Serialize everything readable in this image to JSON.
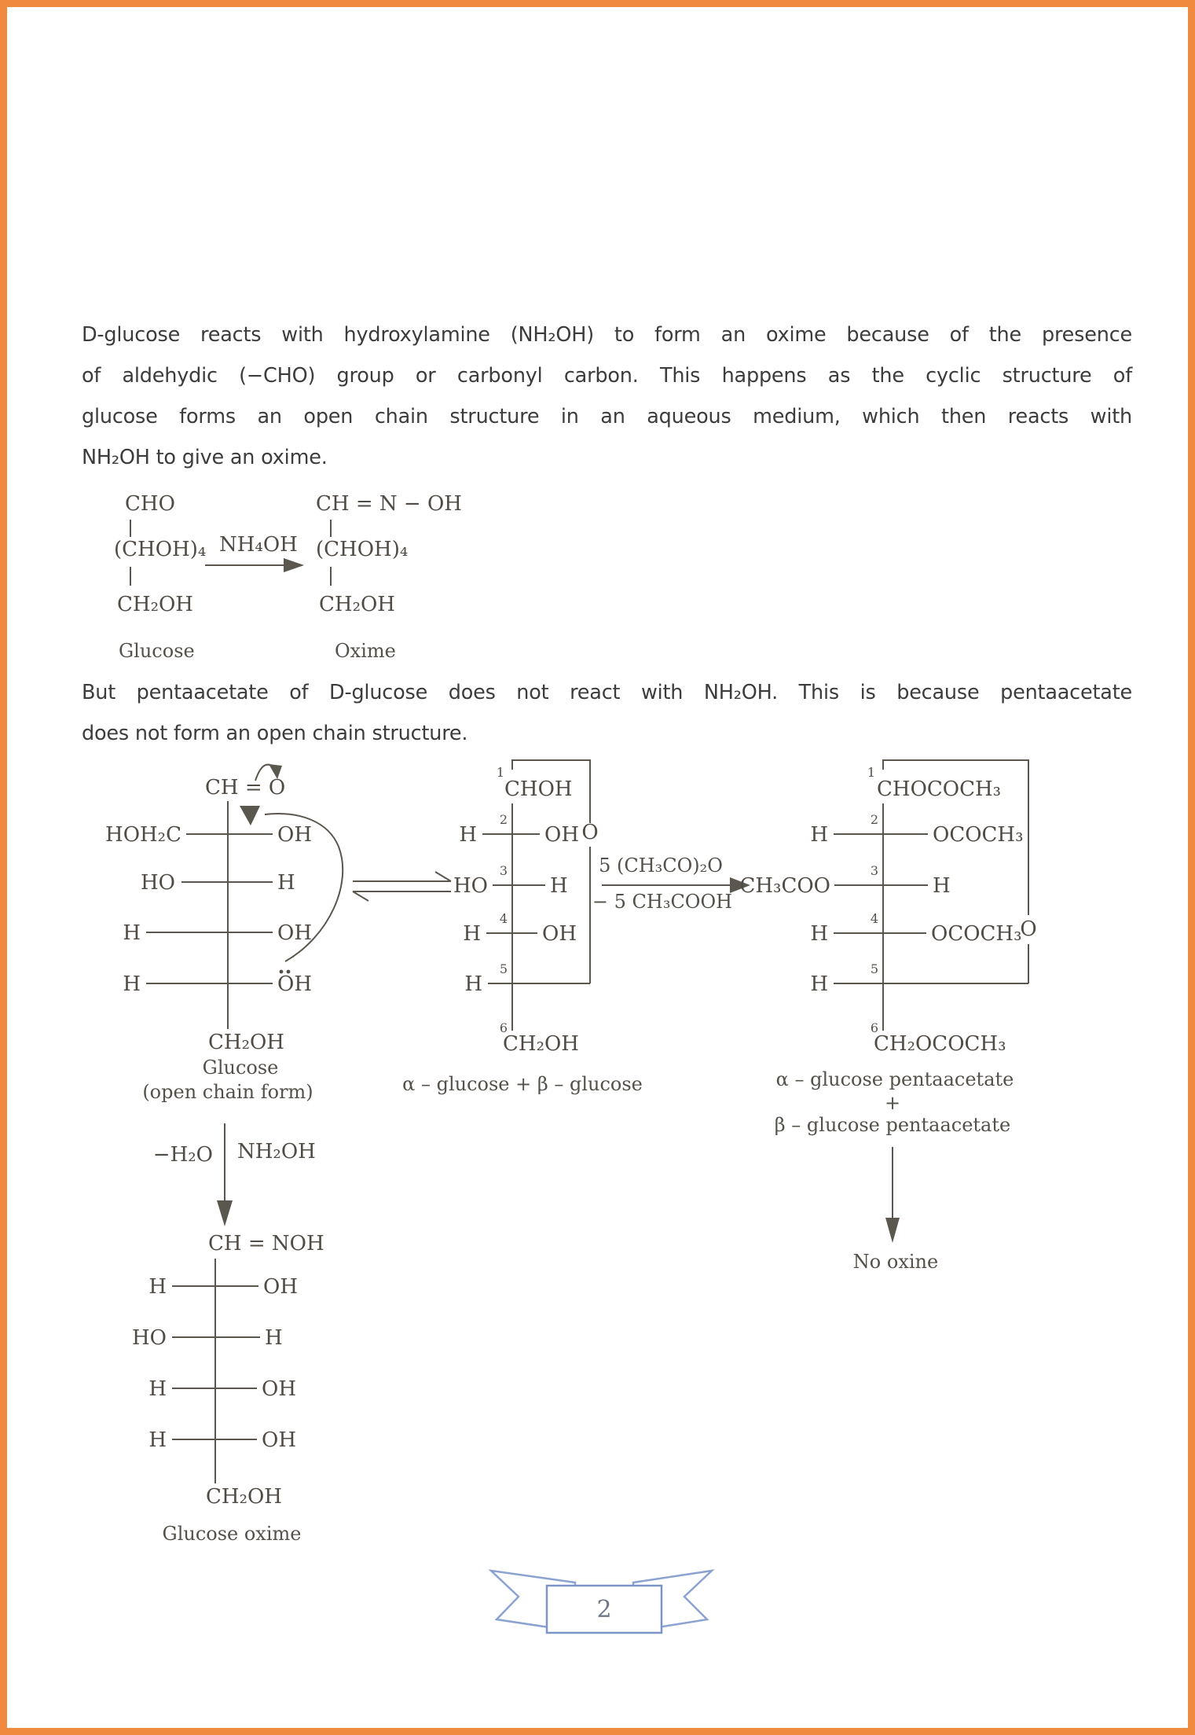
{
  "colors": {
    "page_border": "#f08a3e",
    "ink": "#3d3c3c",
    "structure_ink": "#54504a",
    "ribbon_blue": "#8ba3d1"
  },
  "paragraph1": {
    "line1": "D-glucose reacts with hydroxylamine (NH₂OH) to form an oxime because of the presence",
    "line2": "of aldehydic (−CHO) group or carbonyl carbon. This happens as the cyclic structure of",
    "line3": "glucose forms an open chain structure in an aqueous medium, which then reacts with",
    "line4": "NH₂OH to give an oxime."
  },
  "paragraph2": {
    "line1": "But pentaacetate of D-glucose does not react with NH₂OH. This is because pentaacetate",
    "line2": "does not form an open chain structure."
  },
  "scheme1": {
    "glucose": {
      "c1": "CHO",
      "c2": "(CHOH)₄",
      "c3": "CH₂OH",
      "label": "Glucose"
    },
    "reagent": "NH₄OH",
    "oxime": {
      "c1": "CH = N − OH",
      "c2": "(CHOH)₄",
      "c3": "CH₂OH",
      "label": "Oxime"
    }
  },
  "scheme2": {
    "open_chain": {
      "c1": "CH = O",
      "row1_left": "HOH₂C",
      "row1_right": "OH",
      "row2_left": "HO",
      "row2_right": "H",
      "row3_left": "H",
      "row3_right": "OH",
      "row4_left": "H",
      "row4_right": "OH",
      "c6": "CH₂OH",
      "label_line1": "Glucose",
      "label_line2": "(open chain form)"
    },
    "to_oxime": {
      "left": "−H₂O",
      "right": "NH₂OH"
    },
    "glucose_oxime": {
      "c1": "CH = NOH",
      "row1_left": "H",
      "row1_right": "OH",
      "row2_left": "HO",
      "row2_right": "H",
      "row3_left": "H",
      "row3_right": "OH",
      "row4_left": "H",
      "row4_right": "OH",
      "c6": "CH₂OH",
      "label": "Glucose oxime"
    },
    "cyclic": {
      "n1": "1",
      "n2": "2",
      "n3": "3",
      "n4": "4",
      "n5": "5",
      "n6": "6",
      "c1": "CHOH",
      "ring_o": "O",
      "row2_left": "H",
      "row2_right": "OH",
      "row3_left": "HO",
      "row3_right": "H",
      "row4_left": "H",
      "row4_right": "OH",
      "row5_left": "H",
      "c6": "CH₂OH",
      "label": "α – glucose + β – glucose"
    },
    "acetylation": {
      "above": "5 (CH₃CO)₂O",
      "below": "− 5 CH₃COOH",
      "attached": "CH₃COO"
    },
    "pentaacetate": {
      "n1": "1",
      "n2": "2",
      "n3": "3",
      "n4": "4",
      "n5": "5",
      "n6": "6",
      "c1": "CHOCOCH₃",
      "ring_o": "O",
      "row2_left": "H",
      "row2_right": "OCOCH₃",
      "row3_right": "H",
      "row4_left": "H",
      "row4_right": "OCOCH₃",
      "row5_left": "H",
      "c6": "CH₂OCOCH₃",
      "label_line1": "α – glucose pentaacetate",
      "label_plus": "+",
      "label_line2": "β – glucose pentaacetate",
      "result": "No oxine"
    }
  },
  "banner": {
    "page_number": "2"
  }
}
